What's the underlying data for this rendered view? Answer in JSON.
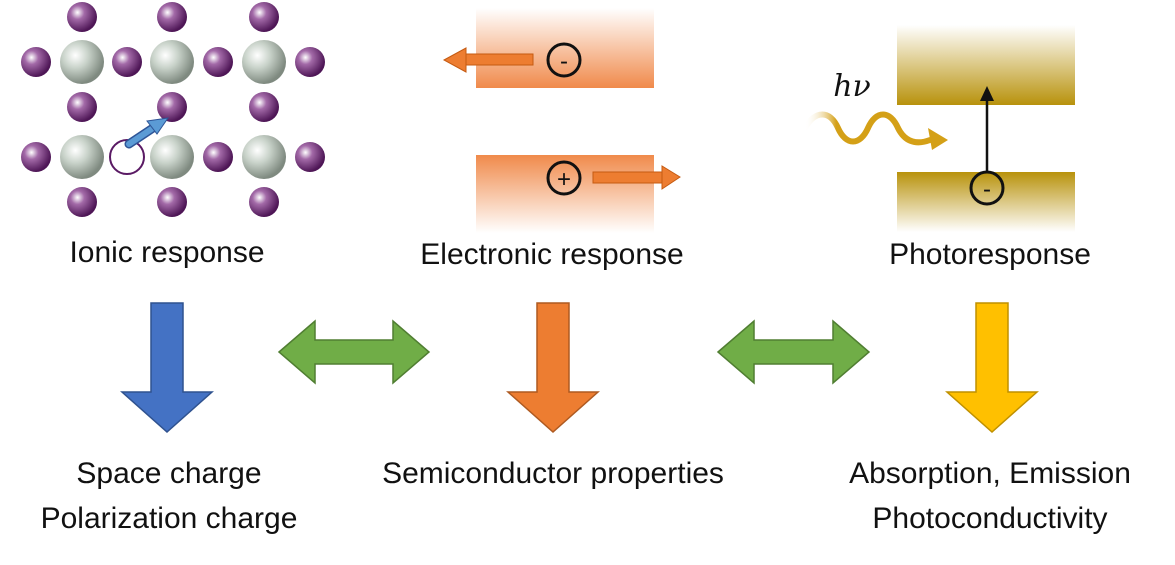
{
  "panels": {
    "ionic": {
      "label": "Ionic response",
      "outcome": [
        "Space charge",
        "Polarization charge"
      ]
    },
    "electronic": {
      "label": "Electronic response",
      "electron_symbol": "-",
      "hole_symbol": "+",
      "outcome": [
        "Semiconductor properties"
      ]
    },
    "photo": {
      "label": "Photoresponse",
      "photon_label": "hν",
      "electron_symbol": "-",
      "outcome": [
        "Absorption, Emission",
        "Photoconductivity"
      ]
    }
  },
  "colors": {
    "anion": "#5a1a64",
    "cation": "#b7c2b8",
    "ionic_arrow": "#4472c4",
    "electronic_arrow": "#ed7d31",
    "photo_arrow": "#ffc000",
    "coupling_arrow": "#70ad47",
    "band_orange": "#f4b183",
    "band_gold": "#bf9000",
    "photon_wave": "#d4a017"
  }
}
